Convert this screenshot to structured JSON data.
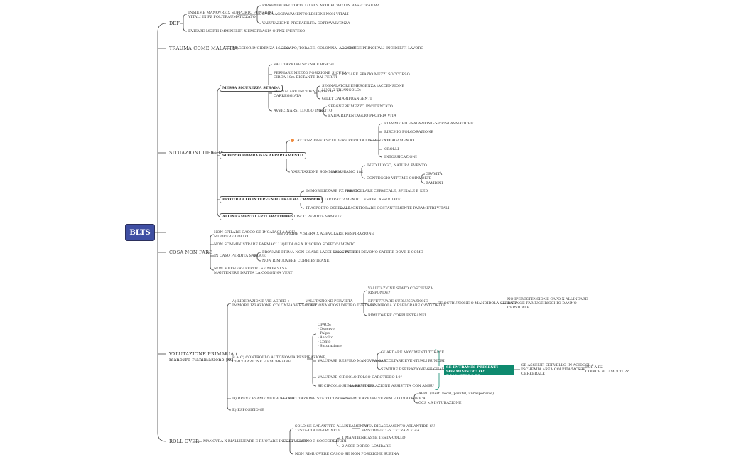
{
  "root": "BLTS",
  "def": {
    "label": "DEF",
    "c1": "INSIEME MANOVRE X SUPPORTO FUNZIONI VITALI IN PZ POLITRAUMATIZZATO",
    "c1a": "RIPRENDE PROTOCOLLO BLS MODIFICATO IN BASE TRAUMA",
    "c1b": "EVITA AGGRAVAMENTO LESIONI NON VITALI",
    "c1c": "VALUTAZIONE PROBABILITÀ SOPRAVVIVENZA",
    "c2": "EVITARE MORTI IMMINENTI X EMORRAGIA O PNX IPERTESO"
  },
  "trauma": {
    "label": "TRAUMA COME MALATTIA",
    "a": "MAGGIOR INCIDENZA 16-35aa",
    "b": "CAPO, TORACE, COLONNA, ADDOME",
    "c": "CAUSE PRINCIPALI INCIDENTI LAVORO"
  },
  "situazioni": {
    "label": "SITUAZIONI TIPICHE",
    "messa": "MESSA SICUREZZA STRADA",
    "m1": "VALUTAZIONE SCENA E RISCHI",
    "m2": "FERMARE MEZZO POSIZIONE SICURA CIRCA 10m DISTANTE DAI FERITI",
    "m2a": "LASCIARE SPAZIO MEZZI SOCCORSO",
    "m3": "SEGNALARE INCIDENTE/OSTACOLO CARREGGIATA",
    "m3a": "SEGNALATORI EMERGENZA (ACCENSIONE LUCI O TRIANGOLO)",
    "m3b": "GILET CATARIFRANGENTI",
    "m4": "AVVICINARSI LUOGO IMPATTO",
    "m4a": "SPEGNERE MEZZO INCIDENTATO",
    "m4b": "EVITA REPENTAGLIO PROPRIA VITA",
    "scoppio": "SCOPPIO BOMBA GAS APPARTAMENTO",
    "s1": "ATTENZIONE ESCLUDERE PERICOLI IMMINENTI",
    "s1a": "FIAMME ED ESALAZIONI -> CRISI ASMATICHE",
    "s1b": "RISCHIO FOLGORAZIONE",
    "s1c": "ALLAGAMENTO",
    "s1d": "CROLLI",
    "s1e": "INTOSSICAZIONI",
    "s2": "VALUTAZIONE SOMMARIA",
    "s2a": "CHIAMO 112",
    "s2a1": "INFO LUOGO, NATURA EVENTO",
    "s2a2": "CONTEGGIO VITTIME COINVOLTE",
    "s2a2a": "GRAVITÀ",
    "s2a2b": "BAMBINI",
    "protocollo": "PROTOCOLLO INTERVENTO TRAUMA CRANICO",
    "p1": "IMMOBILIZZARE PZ PRESTO",
    "p1a": "COLLARE CERVICALE, SPINALE E KED",
    "p2": "CONTROLLO/TRATTAMENTO LESIONI ASSOCIATE",
    "p3": "TRASPORTO OSPEDALE",
    "p3a": "MONITORARE COSTANTEMENTE PARAMETRI VITALI",
    "allineamento": "ALLINEAMENTO ARTI FRATTURE",
    "al1": "DIMINUISCO PERDITA SANGUE"
  },
  "cosa": {
    "label": "COSA NON FARE",
    "c1": "NON SFILARE CASCO SE INCAPACI A NON MUOVERE COLLO",
    "c1a": "APRIRE VISIERA X AGEVOLARE RESPIRAZIONE",
    "c2": "NON SOMMINISTRARE FARMACI LIQUIDI OS X RISCHIO SOFFOCAMENTO",
    "c3": "IN CASO PERDITA SANGUE",
    "c3a": "PROVARE PRIMA NON USARE LACCI EMOSTATICI",
    "c3a1": "MEDICI DEVONO SAPERE DOVE E COME",
    "c3b": "NON RIMUOVERE CORPI ESTRANEI",
    "c4": "NON MUOVERE FERITO SE NON SI SA MANTENERE DRITTA LA COLONNA VERT"
  },
  "valutazione": {
    "label": "VALUTAZIONE PRIMARIA ( manovre rianimazione pz)",
    "a": "A) LIBERAZIONE VIE AEREE + IMMOBILIZZAZIONE COLONNA VERT-CERVI",
    "a1": "VALUTAZIONE PERVIETÀ POSIZIONANDOSI DIETRO TESTA PZ",
    "a1a": "VALUTAZIONE STATO COSCIENZA, RISPONDE?",
    "a1b": "EFFETTUARE SUBLUSSAZIONE MANDIBOLA X ESPLORARE CAVO ORALE",
    "a1b1": "SE OSTRUZIONE O MANDIBOLA SERRATA",
    "a1b1a": "NO IPERESTENSIONE CAPO X ALLINEARE LARINGE FARINGE RISCHIO DANNO CERVICALE",
    "a1c": "RIMUOVERE CORPI ESTRANEI",
    "bc": "B + C) CONTROLLO AUTONOMIA RESPIRAZIONE, CIRCOLAZIONE E EMORRAGIE",
    "opacs": "OPACS:",
    "opacs_items": [
      "- Osservo",
      "- Palpo",
      "- Ascolto",
      "- Conto",
      "- Saturazione"
    ],
    "bc1": "VALUTARE RESPIRO MANOVRA GAS",
    "bc1a": "GUARDARE MOVIMENTI TORACE",
    "bc1b": "ASCOLTARE EVENTUALI RUMORI",
    "bc1c": "SENTIRE ESPIRAZIONE SU GUANCIA",
    "bc2": "VALUTARE CIRCOLO POLSO CAROTIDEO 10\"",
    "bc3": "SE CIRCOLO SI MA RESPI NO",
    "bc3a": "VENTILAZIONE ASSISTITA CON AMBU",
    "green": "SE ENTRAMBI PRESENTI SOMMINISTRO O2 E MONITORO PZ",
    "green1": "SE ASSENTI CERVELLO IN ACIDOSI -> ISCHEMIA AREA COLPITA/MORTE CEREBRALE",
    "green1a": "RCP A PZ CODICE BLU MOLTI PZ",
    "d": "D) BREVE ESAME NEUROLOGICO",
    "d1": "VALUTAZIONE STATO COSCIENZA",
    "d1a": "STIMOLAZIONE VERBALE O DOLORIFICA",
    "d1a1": "AVPU (alert, vocal, painful, unresponsive)",
    "d1a2": "GCS <9 INTUBAZIONE",
    "e": "E) ESPOSIZIONE"
  },
  "roll": {
    "label": "ROLL OVER",
    "a": "MANOVRA X RIALLINEARE E RUOTARE INFORTUNATO",
    "a1": "SOLO SE GARANTITO ALLINEAMENTO TESTA-COLLO-TRONCO",
    "a1a": "EVITA DISASSAMENTO ATLANTIDE SU EPISTROFEO -> TETRAPLEGIA",
    "a2": "ALMENO 3 SOCCORRITORI",
    "a2a": "1 MANTIENE ASSE TESTA-COLLO",
    "a2b": "2 ASSE DORSO-LOMBARE",
    "a3": "NON RIMUOVERE CASCO SE NON POSIZIONE SUPINA"
  }
}
